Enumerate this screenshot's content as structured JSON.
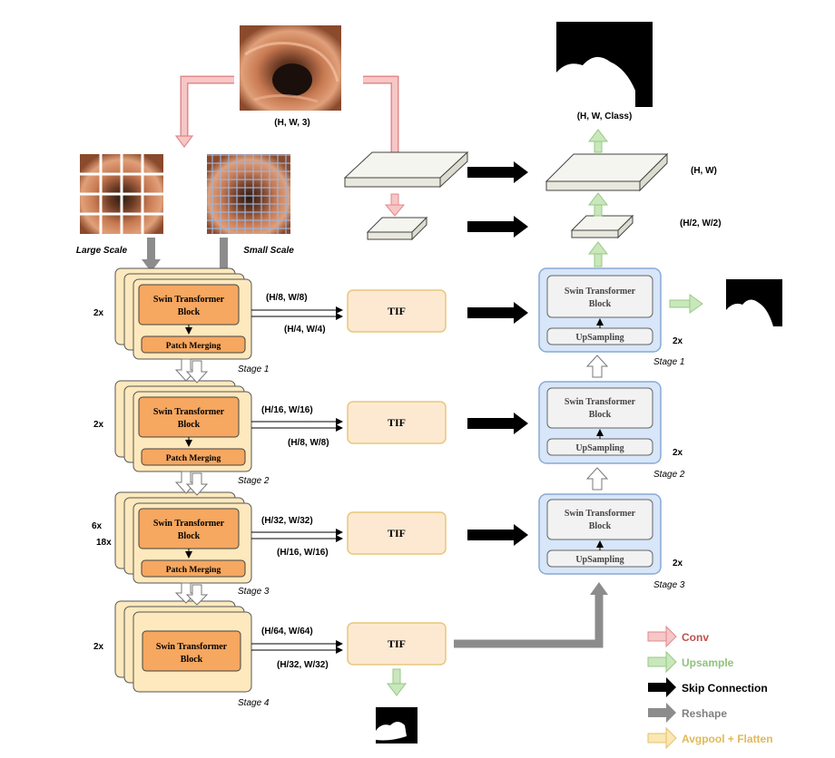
{
  "input": {
    "shape": "(H, W, 3)"
  },
  "output": {
    "shape": "(H, W, Class)"
  },
  "scales": {
    "large": "Large Scale",
    "small": "Small Scale"
  },
  "encoder": {
    "block_label_1": "Swin Transformer",
    "block_label_2": "Block",
    "merge_label": "Patch Merging",
    "stages": [
      {
        "name": "Stage 1",
        "repeat": "2x",
        "repeat_alt": "",
        "upper": "(H/8, W/8)",
        "lower": "(H/4, W/4)"
      },
      {
        "name": "Stage 2",
        "repeat": "2x",
        "repeat_alt": "",
        "upper": "(H/16, W/16)",
        "lower": "(H/8, W/8)"
      },
      {
        "name": "Stage 3",
        "repeat": "6x",
        "repeat_alt": "18x",
        "upper": "(H/32, W/32)",
        "lower": "(H/16, W/16)"
      },
      {
        "name": "Stage 4",
        "repeat": "2x",
        "repeat_alt": "",
        "upper": "(H/64, W/64)",
        "lower": "(H/32, W/32)"
      }
    ]
  },
  "tif_label": "TIF",
  "decoder": {
    "block_label_1": "Swin Transformer",
    "block_label_2": "Block",
    "up_label": "UpSampling",
    "repeat": "2x",
    "stages": [
      "Stage 1",
      "Stage 2",
      "Stage 3"
    ]
  },
  "conv_dims": {
    "full": "(H, W)",
    "half": "(H/2, W/2)"
  },
  "legend": [
    {
      "label": "Conv",
      "color": "#c0504d",
      "fill": "#f7c6c6",
      "stroke": "#e08a8a"
    },
    {
      "label": "Upsample",
      "color": "#8fc37a",
      "fill": "#c9e7bb",
      "stroke": "#97c985"
    },
    {
      "label": "Skip Connection",
      "color": "#000000",
      "fill": "#000000",
      "stroke": "#000000"
    },
    {
      "label": "Reshape",
      "color": "#808080",
      "fill": "#8c8c8c",
      "stroke": "#7a7a7a"
    },
    {
      "label": "Avgpool + Flatten",
      "color": "#e0b95a",
      "fill": "#fbe7b2",
      "stroke": "#e3c26e"
    }
  ]
}
